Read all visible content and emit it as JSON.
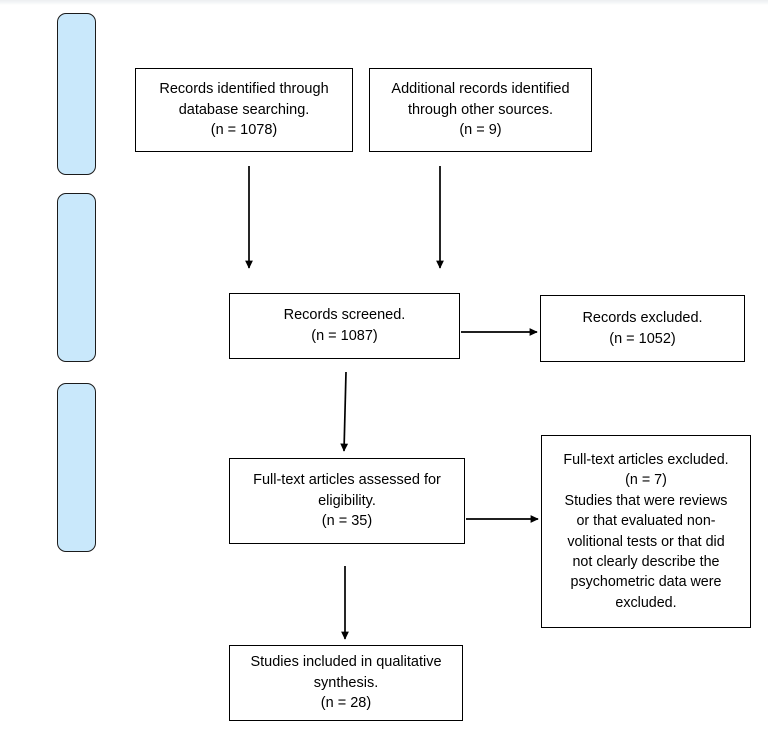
{
  "diagram": {
    "type": "prisma-flow-diagram",
    "title": "",
    "background_color": "#ffffff",
    "box_border_color": "#000000",
    "stage_bar_color": "#c9e8fb",
    "stage_bar_border_color": "#1b1b1b",
    "arrow_color": "#000000"
  },
  "stage_bars": [
    {
      "name": "identification-bar",
      "label": ""
    },
    {
      "name": "screening-bar",
      "label": ""
    },
    {
      "name": "eligibility-bar",
      "label": ""
    }
  ],
  "boxes": {
    "records_identified_database": {
      "text": "Records identified through\ndatabase searching.\n(n = 1078)",
      "count_label": "(n = 1078)",
      "count": 1078
    },
    "additional_records_other_sources": {
      "text": "Additional records identified\nthrough other sources.\n(n = 9)",
      "count_label": "(n = 9)",
      "count": 9
    },
    "records_screened": {
      "text": "Records screened.\n(n = 1087)",
      "count_label": "(n = 1087)",
      "count": 1087
    },
    "records_excluded": {
      "text": "Records excluded.\n(n = 1052)",
      "count_label": "(n = 1052)",
      "count": 1052
    },
    "fulltext_assessed": {
      "text": "Full-text articles assessed for\neligibility.\n(n = 35)",
      "count_label": "(n = 35)",
      "count": 35
    },
    "fulltext_excluded": {
      "text": "Full-text articles excluded.\n(n = 7)\nStudies that were reviews\nor that evaluated non-\nvolitional tests or that did\nnot clearly describe the\npsychometric data were\nexcluded.",
      "count_label": "(n = 7)",
      "count": 7
    },
    "studies_included": {
      "text": "Studies included in qualitative\nsynthesis.\n(n = 28)",
      "count_label": "(n = 28)",
      "count": 28
    }
  },
  "flow": {
    "edges": [
      {
        "from": "records_identified_database",
        "to": "records_screened",
        "direction": "down"
      },
      {
        "from": "additional_records_other_sources",
        "to": "records_screened",
        "direction": "down"
      },
      {
        "from": "records_screened",
        "to": "records_excluded",
        "direction": "right"
      },
      {
        "from": "records_screened",
        "to": "fulltext_assessed",
        "direction": "down"
      },
      {
        "from": "fulltext_assessed",
        "to": "fulltext_excluded",
        "direction": "right"
      },
      {
        "from": "fulltext_assessed",
        "to": "studies_included",
        "direction": "down"
      }
    ]
  }
}
